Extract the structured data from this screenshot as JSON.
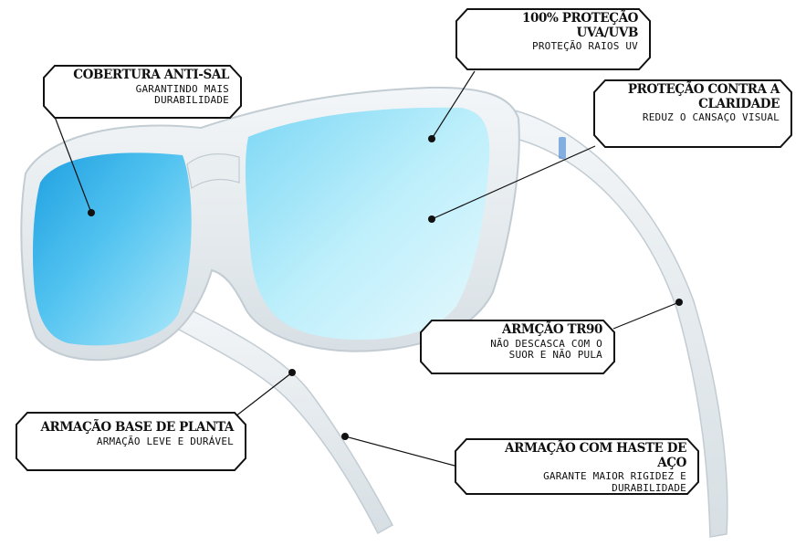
{
  "colors": {
    "lens_light": "#bdeffb",
    "lens_mid": "#6fd0f3",
    "lens_dark": "#1e9fe0",
    "frame": "#e4eaee",
    "frame_edge": "#c2ccd3",
    "callout_border": "#111111",
    "pointer": "#111111"
  },
  "callouts": {
    "anti_sal": {
      "title": "COBERTURA ANTI-SAL",
      "sub": "GARANTINDO MAIS\nDURABILIDADE"
    },
    "uv": {
      "title": "100% PROTEÇÃO\nUVA/UVB",
      "sub": "PROTEÇÃO RAIOS UV"
    },
    "claridade": {
      "title": "PROTEÇÃO CONTRA A\nCLARIDADE",
      "sub": "REDUZ O CANSAÇO VISUAL"
    },
    "tr90": {
      "title": "ARMÇÃO TR90",
      "sub": "NÃO DESCASCA COM O\nSUOR E NÃO PULA"
    },
    "planta": {
      "title": "ARMAÇÃO BASE DE PLANTA",
      "sub": "ARMAÇÃO LEVE E DURÁVEL"
    },
    "aco": {
      "title": "ARMAÇÃO COM HASTE DE AÇO",
      "sub": "GARANTE MAIOR RIGIDEZ E\nDURABILIDADE"
    }
  }
}
